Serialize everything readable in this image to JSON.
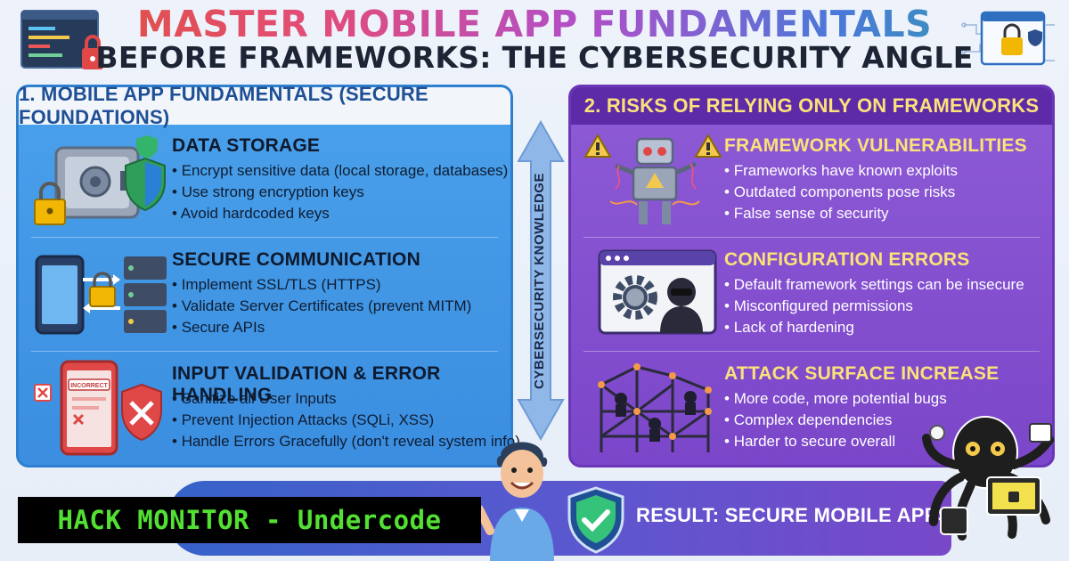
{
  "title": {
    "line1": "MASTER MOBILE APP FUNDAMENTALS",
    "line2": "BEFORE FRAMEWORKS: THE CYBERSECURITY ANGLE"
  },
  "left_panel": {
    "header": "1. MOBILE APP FUNDAMENTALS (SECURE FOUNDATIONS)",
    "sections": [
      {
        "heading": "DATA STORAGE",
        "items": [
          "Encrypt sensitive data (local storage, databases)",
          "Use strong encryption keys",
          "Avoid hardcoded keys"
        ],
        "icon": "safe-lock-shield-icon"
      },
      {
        "heading": "SECURE COMMUNICATION",
        "items": [
          "Implement SSL/TLS (HTTPS)",
          "Validate Server Certificates (prevent MITM)",
          "Secure APIs"
        ],
        "icon": "phone-server-lock-icon"
      },
      {
        "heading": "INPUT VALIDATION & ERROR HANDLING",
        "items": [
          "Sanitize all User Inputs",
          "Prevent Injection Attacks (SQLi, XSS)",
          "Handle Errors Gracefully (don't reveal system info)"
        ],
        "icon": "phone-error-shield-icon",
        "badge": "INCORRECT"
      }
    ]
  },
  "right_panel": {
    "header": "2. RISKS OF RELYING ONLY ON FRAMEWORKS",
    "sections": [
      {
        "heading": "FRAMEWORK VULNERABILITIES",
        "items": [
          "Frameworks have known exploits",
          "Outdated components pose risks",
          "False sense of security"
        ],
        "icon": "broken-robot-warning-icon"
      },
      {
        "heading": "CONFIGURATION ERRORS",
        "items": [
          "Default framework settings can be insecure",
          "Misconfigured permissions",
          "Lack of hardening"
        ],
        "icon": "gear-window-hacker-icon"
      },
      {
        "heading": "ATTACK SURFACE INCREASE",
        "items": [
          "More code, more potential bugs",
          "Complex dependencies",
          "Harder to secure overall"
        ],
        "icon": "scaffold-hackers-icon"
      }
    ]
  },
  "center": {
    "label": "CYBERSECURITY KNOWLEDGE",
    "icon": "double-arrow-icon"
  },
  "result": {
    "text": "RESULT: SECURE MOBILE APPS",
    "icon": "shield-check-icon"
  },
  "banner": {
    "text": "HACK MONITOR - Undercode"
  },
  "colors": {
    "left_panel": "#3b8ee0",
    "right_panel": "#7b46c9",
    "right_heading": "#fbe17a",
    "banner_text": "#52e033"
  }
}
